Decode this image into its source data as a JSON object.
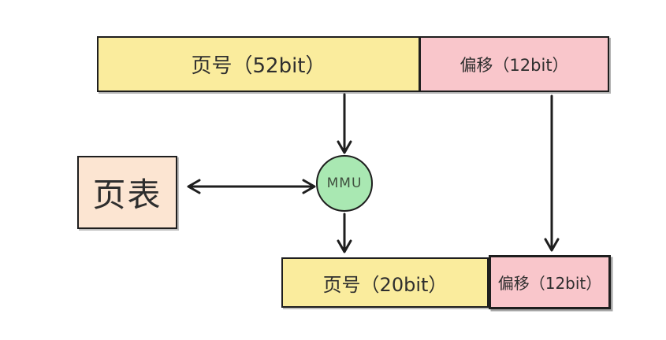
{
  "diagram": {
    "top_bar": {
      "page_label": "页号（52bit）",
      "offset_label": "偏移（12bit）"
    },
    "page_table": {
      "label": "页表"
    },
    "mmu": {
      "label": "MMU"
    },
    "bottom_bar": {
      "page_label": "页号（20bit）",
      "offset_label": "偏移（12bit）"
    },
    "colors": {
      "yellow": "#FAEC9D",
      "pink": "#F9C6CB",
      "peach": "#FCE5D2",
      "green": "#A9E8B2",
      "ink": "#1E1E1E",
      "text": "#2E2E2E"
    }
  }
}
